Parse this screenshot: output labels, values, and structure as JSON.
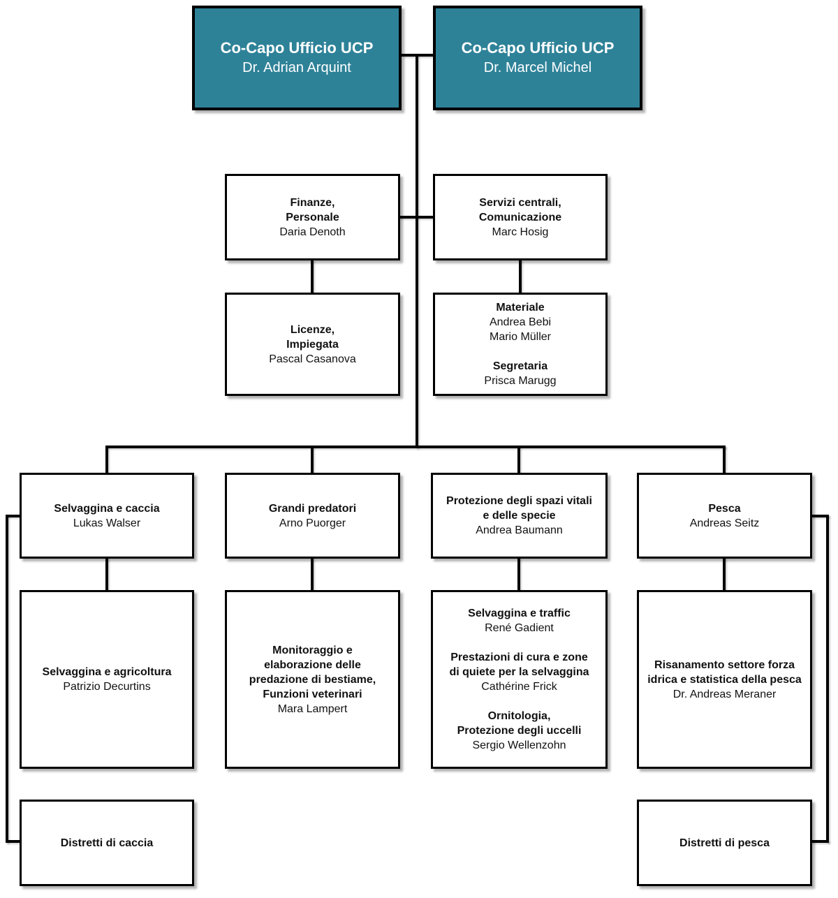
{
  "colors": {
    "teal_box": "#2e8298",
    "box_border": "#000000",
    "connector": "#000000",
    "text_dark": "#111111",
    "text_light": "#ffffff",
    "background": "#ffffff"
  },
  "org_chart": {
    "nodes": [
      {
        "id": "co-capo-1",
        "variant": "teal",
        "lines": [
          {
            "t": "Co-Capo Ufficio UCP",
            "b": true
          },
          {
            "t": "Dr. Adrian Arquint",
            "b": false
          }
        ]
      },
      {
        "id": "co-capo-2",
        "variant": "teal",
        "lines": [
          {
            "t": "Co-Capo Ufficio UCP",
            "b": true
          },
          {
            "t": "Dr. Marcel Michel",
            "b": false
          }
        ]
      },
      {
        "id": "finanze-personale",
        "lines": [
          {
            "t": "Finanze,",
            "b": true
          },
          {
            "t": "Personale",
            "b": true
          },
          {
            "t": "Daria Denoth",
            "b": false
          }
        ]
      },
      {
        "id": "servizi-centrali",
        "lines": [
          {
            "t": "Servizi centrali,",
            "b": true
          },
          {
            "t": "Comunicazione",
            "b": true
          },
          {
            "t": "Marc Hosig",
            "b": false
          }
        ]
      },
      {
        "id": "licenze-impiegata",
        "lines": [
          {
            "t": "Licenze,",
            "b": true
          },
          {
            "t": "Impiegata",
            "b": true
          },
          {
            "t": "Pascal Casanova",
            "b": false
          }
        ]
      },
      {
        "id": "materiale-segretaria",
        "lines": [
          {
            "t": "Materiale",
            "b": true
          },
          {
            "t": "Andrea Bebi",
            "b": false
          },
          {
            "t": "Mario Müller",
            "b": false
          },
          {
            "t": "",
            "b": false
          },
          {
            "t": "Segretaria",
            "b": true
          },
          {
            "t": "Prisca Marugg",
            "b": false
          }
        ]
      },
      {
        "id": "selvaggina-e-caccia",
        "lines": [
          {
            "t": "Selvaggina e caccia",
            "b": true
          },
          {
            "t": "Lukas Walser",
            "b": false
          }
        ]
      },
      {
        "id": "grandi-predatori",
        "lines": [
          {
            "t": "Grandi predatori",
            "b": true
          },
          {
            "t": "Arno Puorger",
            "b": false
          }
        ]
      },
      {
        "id": "protezione-spazi-vitali",
        "lines": [
          {
            "t": "Protezione degli spazi vitali",
            "b": true
          },
          {
            "t": "e delle specie",
            "b": true
          },
          {
            "t": "Andrea Baumann",
            "b": false
          }
        ]
      },
      {
        "id": "pesca",
        "lines": [
          {
            "t": "Pesca",
            "b": true
          },
          {
            "t": "Andreas Seitz",
            "b": false
          }
        ]
      },
      {
        "id": "selvaggina-e-agricoltura",
        "lines": [
          {
            "t": "Selvaggina e agricoltura",
            "b": true
          },
          {
            "t": "Patrizio Decurtins",
            "b": false
          }
        ]
      },
      {
        "id": "monitoraggio-predazione",
        "lines": [
          {
            "t": "Monitoraggio e",
            "b": true
          },
          {
            "t": "elaborazione delle",
            "b": true
          },
          {
            "t": "predazione di bestiame,",
            "b": true
          },
          {
            "t": "Funzioni veterinari",
            "b": true
          },
          {
            "t": "Mara Lampert",
            "b": false
          }
        ]
      },
      {
        "id": "selvaggina-e-traffic",
        "lines": [
          {
            "t": "Selvaggina e traffic",
            "b": true
          },
          {
            "t": "René Gadient",
            "b": false
          },
          {
            "t": "",
            "b": false
          },
          {
            "t": "Prestazioni di cura e zone",
            "b": true
          },
          {
            "t": "di quiete per la selvaggina",
            "b": true
          },
          {
            "t": "Cathérine Frick",
            "b": false
          },
          {
            "t": "",
            "b": false
          },
          {
            "t": "Ornitologia,",
            "b": true
          },
          {
            "t": "Protezione degli uccelli",
            "b": true
          },
          {
            "t": "Sergio Wellenzohn",
            "b": false
          }
        ]
      },
      {
        "id": "risanamento-forza-idrica",
        "lines": [
          {
            "t": "Risanamento settore forza",
            "b": true
          },
          {
            "t": "idrica e statistica della pesca",
            "b": true
          },
          {
            "t": "Dr. Andreas Meraner",
            "b": false
          }
        ]
      },
      {
        "id": "distretti-di-caccia",
        "lines": [
          {
            "t": "Distretti di caccia",
            "b": true
          }
        ]
      },
      {
        "id": "distretti-di-pesca",
        "lines": [
          {
            "t": "Distretti di pesca",
            "b": true
          }
        ]
      }
    ]
  }
}
